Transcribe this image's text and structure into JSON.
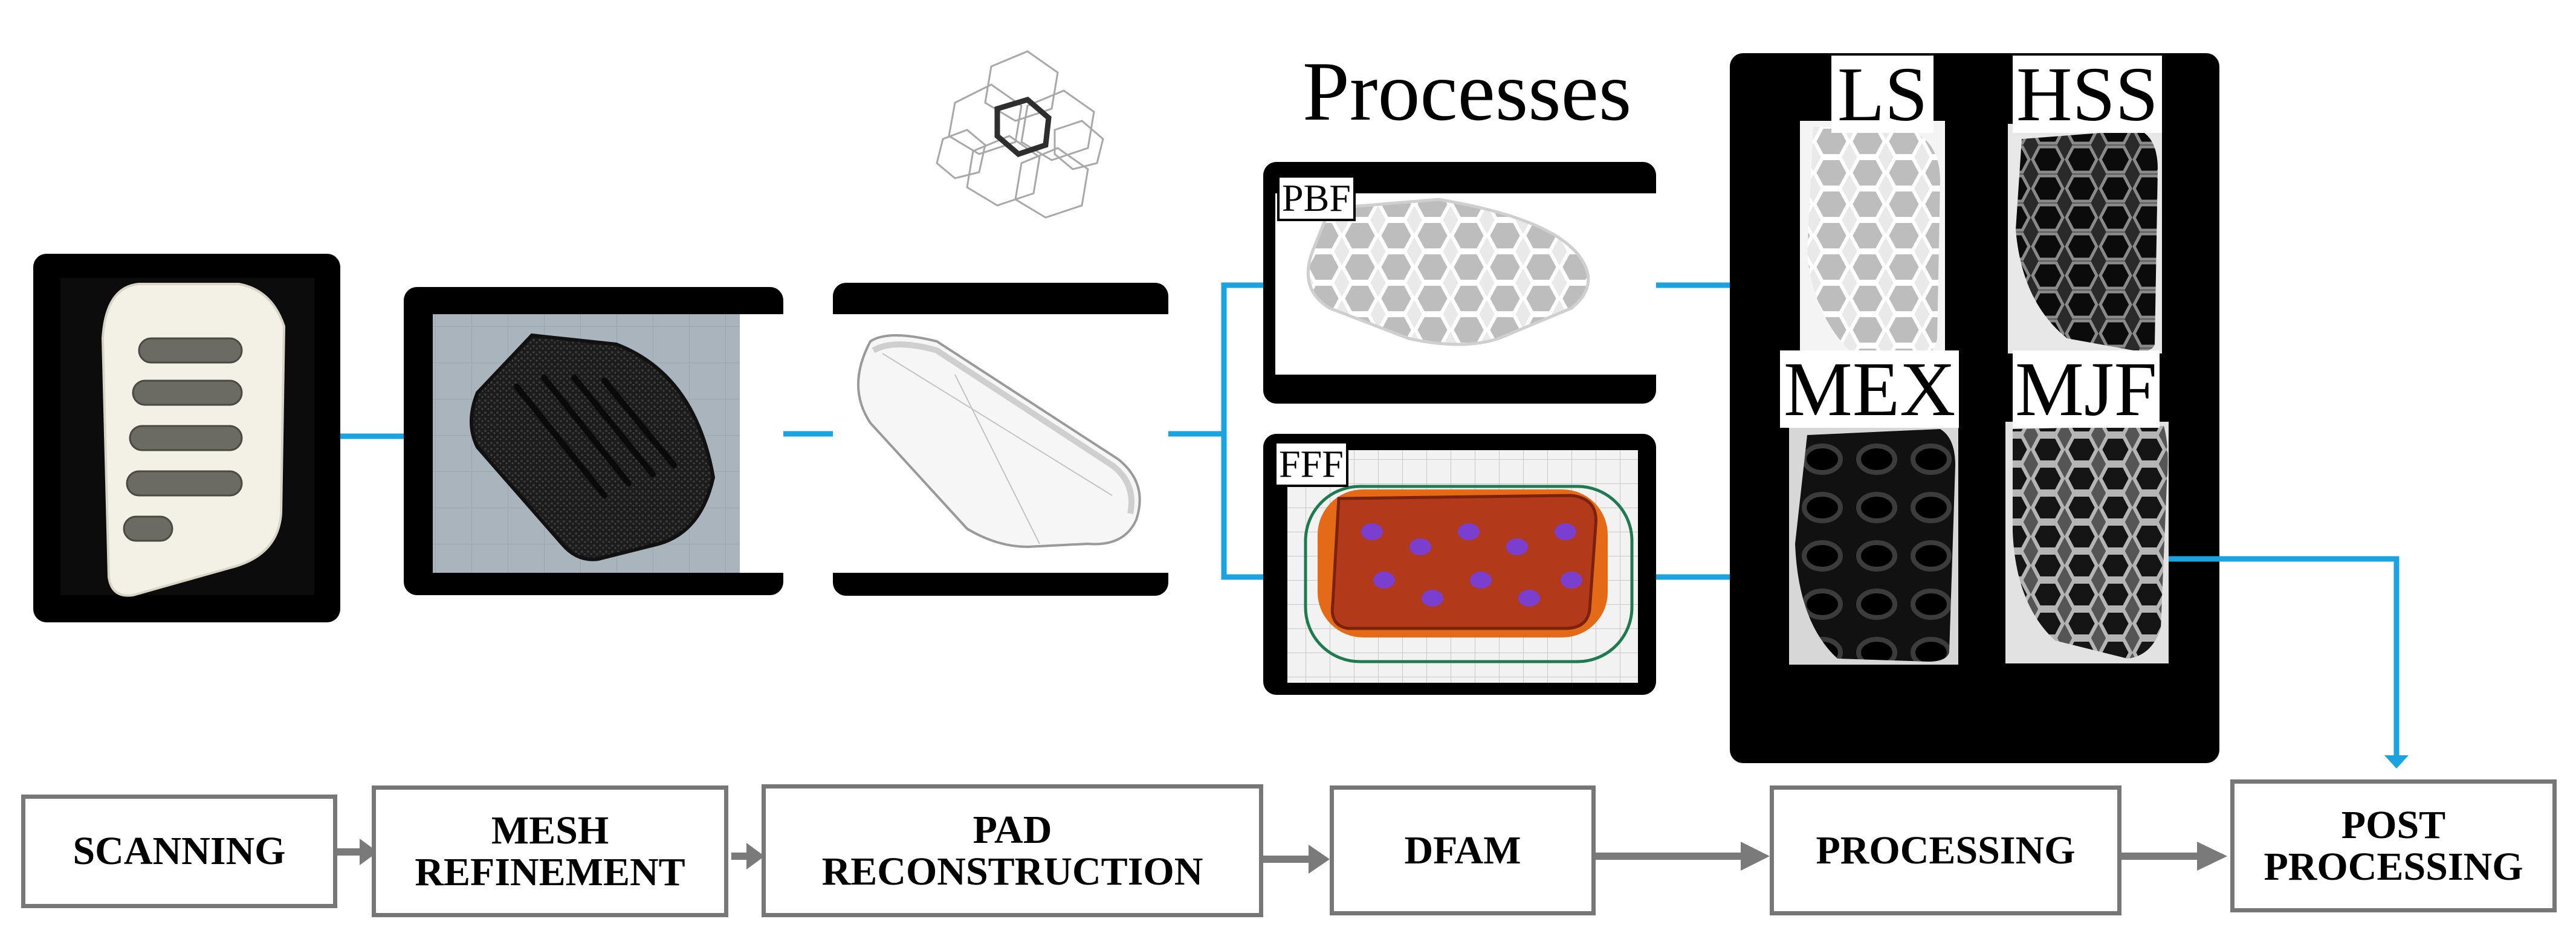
{
  "title": "Processes",
  "process_tags": [
    "PBF",
    "FFF"
  ],
  "technology_labels": [
    "LS",
    "HSS",
    "MEX",
    "MJF"
  ],
  "workflow_steps": [
    {
      "lines": [
        "SCANNING"
      ]
    },
    {
      "lines": [
        "MESH",
        "REFINEMENT"
      ]
    },
    {
      "lines": [
        "PAD",
        "RECONSTRUCTION"
      ]
    },
    {
      "lines": [
        "DFAM"
      ]
    },
    {
      "lines": [
        "PROCESSING"
      ]
    },
    {
      "lines": [
        "POST",
        "PROCESSING"
      ]
    }
  ],
  "colors": {
    "connector": "#1ba3e0",
    "step_border": "#777777",
    "step_arrow": "#7a7a7a",
    "panel": "#000000",
    "mesh_background": "#a9b4bd",
    "fff_model": "#b23a1a"
  }
}
